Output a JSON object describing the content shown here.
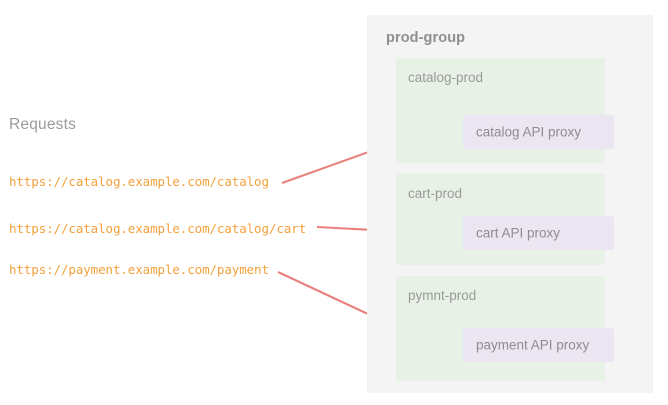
{
  "left": {
    "heading": "Requests",
    "requests": [
      {
        "url": "https://catalog.example.com/catalog"
      },
      {
        "url": "https://catalog.example.com/catalog/cart"
      },
      {
        "url": "https://payment.example.com/payment"
      }
    ]
  },
  "group": {
    "title": "prod-group",
    "environments": [
      {
        "label": "catalog-prod",
        "proxy": "catalog API proxy"
      },
      {
        "label": "cart-prod",
        "proxy": "cart API proxy"
      },
      {
        "label": "pymnt-prod",
        "proxy": "payment API proxy"
      }
    ]
  },
  "arrows": [
    {
      "name": "arrow-catalog",
      "from_request": 0,
      "to_environment": 0
    },
    {
      "name": "arrow-cart",
      "from_request": 1,
      "to_environment": 1
    },
    {
      "name": "arrow-payment",
      "from_request": 2,
      "to_environment": 2
    }
  ],
  "colors": {
    "url_text": "#f4a13c",
    "heading_text": "#9b9b9b",
    "group_panel_bg": "#f4f4f4",
    "group_title_text": "#8e8e8e",
    "environment_bg": "#e8f1e6",
    "environment_label_text": "#9a9a9a",
    "proxy_bg": "#ece6f3",
    "proxy_label_text": "#8d8d8d",
    "arrow": "#e8817d",
    "page_bg": "#ffffff"
  }
}
